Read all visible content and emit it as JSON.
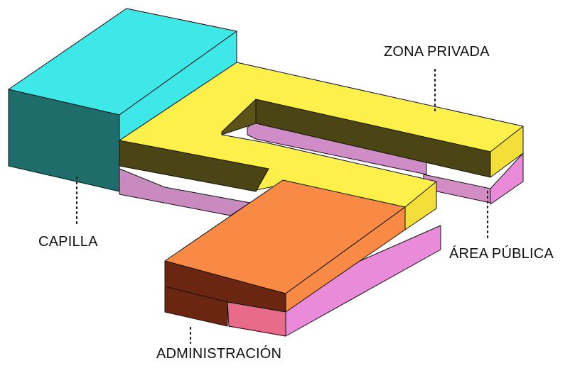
{
  "labels": {
    "capilla": "CAPILLA",
    "zona_privada": "ZONA PRIVADA",
    "area_publica": "ÁREA PÚBLICA",
    "administracion": "ADMINISTRACIÓN"
  },
  "colors": {
    "capilla_top": "#3fe8e8",
    "capilla_side": "#1f6d6a",
    "privada_top": "#fdf04a",
    "privada_side": "#4b4414",
    "privada_edge": "#f4df3a",
    "publica": "#e98bd8",
    "publica_dark": "#c57db9",
    "admin_top": "#f98a45",
    "admin_side": "#6b2611",
    "outline": "#111111"
  }
}
